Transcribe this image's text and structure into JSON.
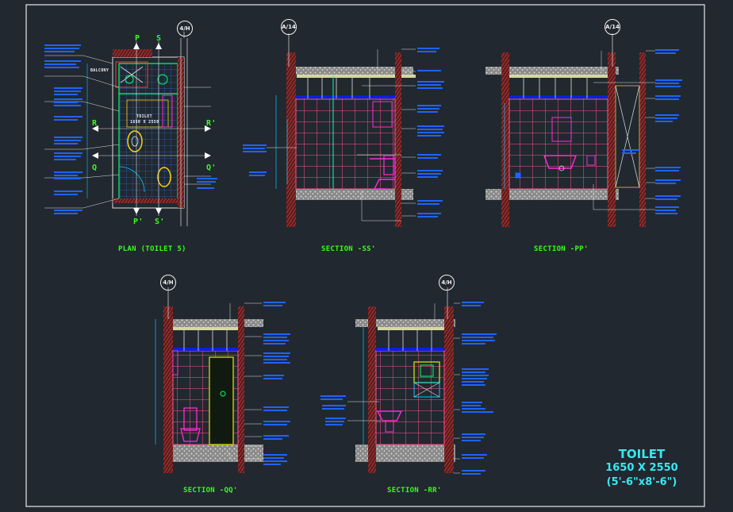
{
  "sheet": {
    "title": "TOILET",
    "size_mm": "1650 X 2550",
    "size_ft": "(5'-6\"x8'-6\")"
  },
  "views": [
    {
      "id": "plan",
      "title": "PLAN (TOILET 5)",
      "tag": "4/H"
    },
    {
      "id": "section-ss",
      "title": "SECTION -SS'",
      "tag": "A/14"
    },
    {
      "id": "section-pp",
      "title": "SECTION -PP'",
      "tag": "A/14"
    },
    {
      "id": "section-qq",
      "title": "SECTION -QQ'",
      "tag": "4/H"
    },
    {
      "id": "section-rr",
      "title": "SECTION -RR'",
      "tag": "4/H"
    }
  ],
  "plan_markers": {
    "p": "P",
    "p_prime": "P'",
    "s": "S",
    "s_prime": "S'",
    "r": "R",
    "r_prime": "R'",
    "q": "Q",
    "q_prime": "Q'"
  },
  "plan_labels": {
    "balcony": "BALCONY",
    "toilet": "TOILET",
    "toilet_size": "1650 X 2550"
  },
  "colors": {
    "background": "#212830",
    "border": "#e8e8e8",
    "titles": "#39ff14",
    "annotation": "#1e64ff",
    "dimension": "#00c8ff",
    "tile_grid": "#ff4f8b",
    "fixtures": "#ff2bd6",
    "concrete": "#bdbdbd",
    "beam": "#0a1fe8",
    "column": "#b03030"
  }
}
